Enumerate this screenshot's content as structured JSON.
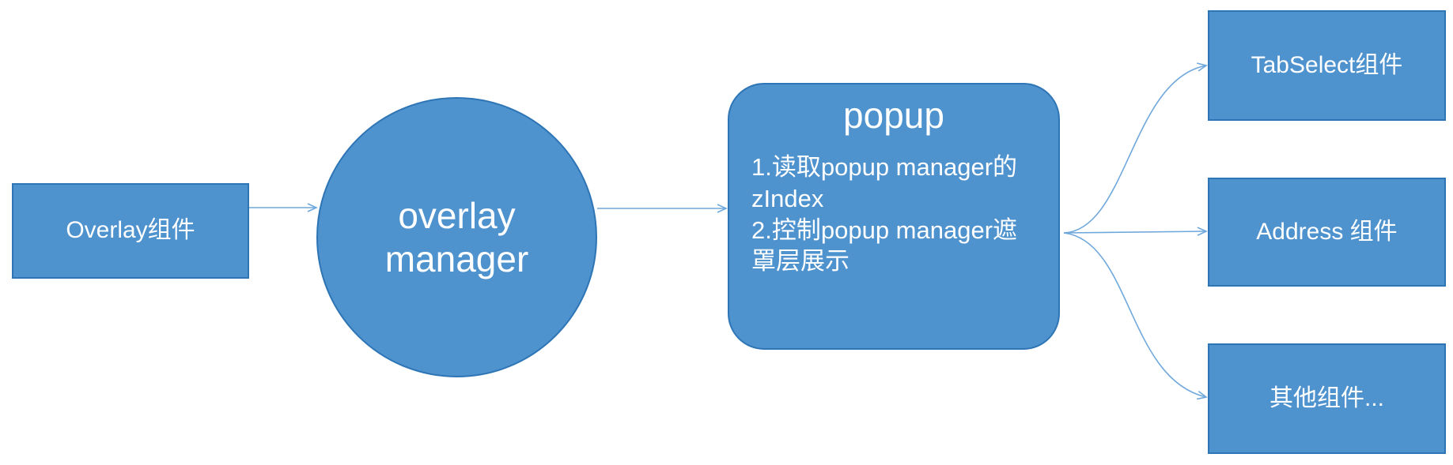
{
  "diagram": {
    "title": "popup / overlay manager component architecture",
    "background": "#ffffff",
    "node_fill": "#4E92CE",
    "node_border": "#2E75B6",
    "node_text_color": "#ffffff",
    "edge_color": "#6FA8DC"
  },
  "nodes": {
    "overlay": {
      "label": "Overlay组件",
      "shape": "rectangle"
    },
    "manager": {
      "label_line1": "overlay",
      "label_line2": "manager",
      "shape": "ellipse"
    },
    "popup": {
      "title": "popup",
      "body": "1.读取popup manager的zIndex\n2.控制popup manager遮罩层展示",
      "shape": "rounded-rectangle"
    },
    "tabselect": {
      "label": "TabSelect组件",
      "shape": "rectangle"
    },
    "address": {
      "label": "Address 组件",
      "shape": "rectangle"
    },
    "other": {
      "label": "其他组件...",
      "shape": "rectangle"
    }
  },
  "edges": [
    {
      "name": "overlay-to-manager",
      "from": "overlay",
      "to": "manager",
      "style": "straight-arrow"
    },
    {
      "name": "manager-to-popup",
      "from": "manager",
      "to": "popup",
      "style": "straight-arrow"
    },
    {
      "name": "popup-to-tabselect",
      "from": "popup",
      "to": "tabselect",
      "style": "curved-arrow"
    },
    {
      "name": "popup-to-address",
      "from": "popup",
      "to": "address",
      "style": "straight-arrow"
    },
    {
      "name": "popup-to-other",
      "from": "popup",
      "to": "other",
      "style": "curved-arrow"
    }
  ]
}
